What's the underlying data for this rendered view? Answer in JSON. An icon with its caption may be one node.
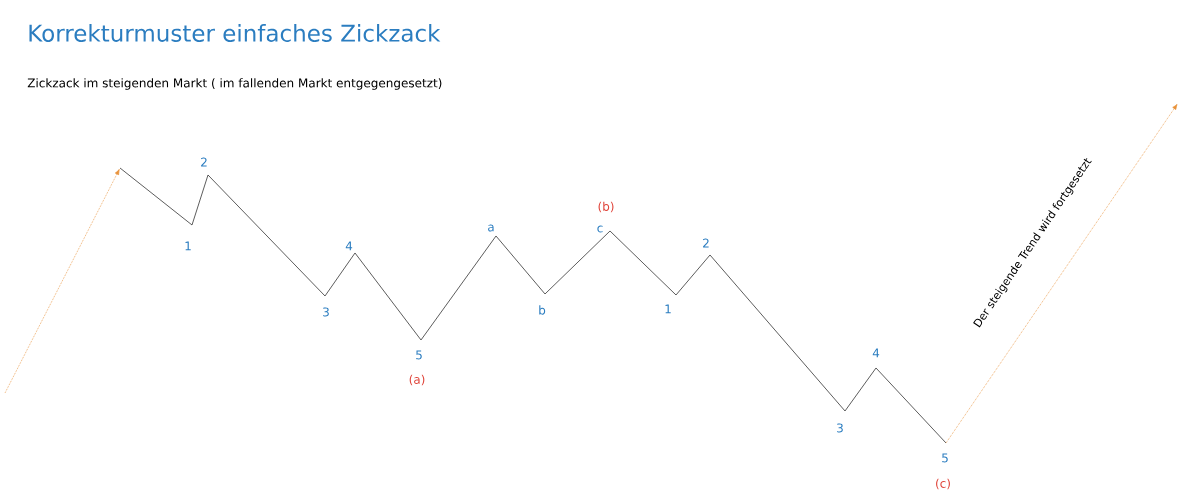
{
  "diagram": {
    "title": "Korrekturmuster einfaches Zickzack",
    "labels": [
      "Zickzack im steigenden Markt ( im fallenden Markt entgegengesetzt)",
      "1",
      "2",
      "3",
      "4",
      "5",
      "(a)",
      "a",
      "b",
      "c",
      "(b)",
      "1",
      "2",
      "3",
      "4",
      "5",
      "(c)",
      "Der steigende Trend wird fortgesetzt"
    ]
  }
}
